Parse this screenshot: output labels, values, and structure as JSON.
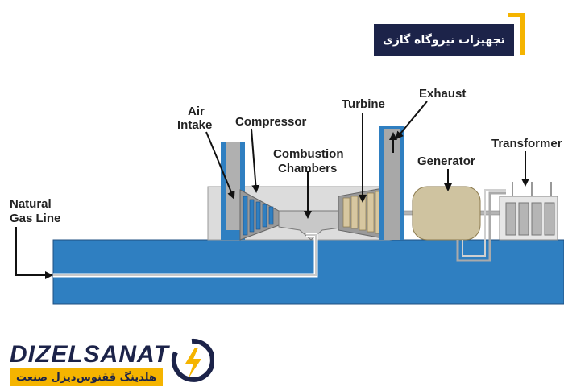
{
  "header": {
    "title": "تجهیزات نیروگاه گازی"
  },
  "labels": {
    "air": "Air",
    "intake": "Intake",
    "compressor": "Compressor",
    "combustion": "Combustion",
    "chambers": "Chambers",
    "turbine": "Turbine",
    "exhaust": "Exhaust",
    "generator": "Generator",
    "transformer": "Transformer",
    "natural": "Natural",
    "gas_line": "Gas Line"
  },
  "logo": {
    "brand": "DIZELSANAT",
    "persian_main": "هلدینگ ققنوس",
    "persian_sub": "دیزل صنعت"
  },
  "colors": {
    "water": "#2f7fc1",
    "pipe": "#7a7a7a",
    "casing": "#a9a9a9",
    "accent": "#f5b400",
    "navy": "#1c2349"
  }
}
